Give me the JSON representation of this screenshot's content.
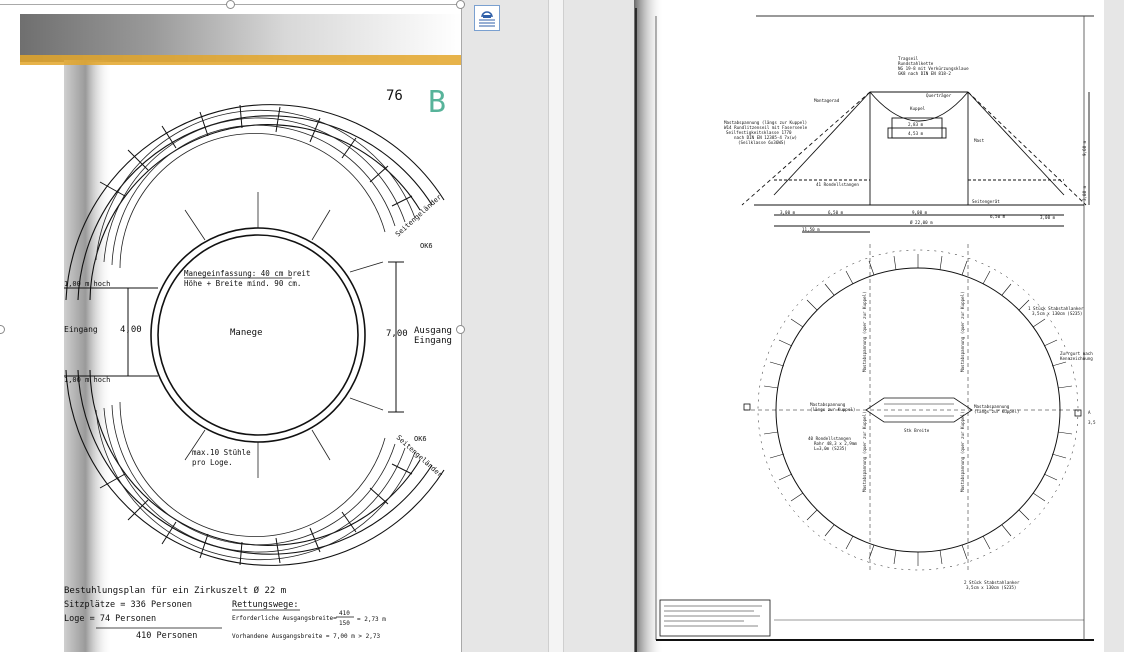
{
  "page1": {
    "page_number": "76",
    "stamp": "B",
    "labels": {
      "seitengelaender_top": "Seitengeländer",
      "seitengelaender_bottom": "Seitengeländer",
      "ok6_top": "OK6",
      "ok6_bottom": "OK6",
      "hoch_top": "1,00 m hoch",
      "hoch_bottom": "1,00 m hoch",
      "eingang_left": "Eingang",
      "dim_400": "4,00",
      "dim_700": "7,00",
      "ausgang": "Ausgang",
      "eingang_right": "Eingang",
      "manege": "Manege",
      "manegeinfassung": "Manegeinfassung: 40 cm breit",
      "hoehe_breite": "Höhe + Breite mind. 90 cm.",
      "max_stuehle_1": "max.10 Stühle",
      "max_stuehle_2": "pro Loge."
    },
    "footer": {
      "title": "Bestuhlungsplan für ein Zirkuszelt Ø 22 m",
      "sitzplaetze": "Sitzplätze = 336 Personen",
      "loge": "Loge       =  74 Personen",
      "total": "410 Personen",
      "rettungswege": "Rettungswege:",
      "erforderlich": "Erforderliche Ausgangsbreite=",
      "frac_num": "410",
      "frac_den": "150",
      "frac_result": "= 2,73 m",
      "vorhanden": "Vorhandene Ausgangsbreite = 7,00 m > 2,73"
    }
  },
  "page2": {
    "elevation": {
      "tragseil": "Tragseil",
      "rundstahlkette": "Rundstahlkette",
      "kette_spec": "NG 19-8 mit Verkürzungsklaue",
      "norm": "GK8 nach DIN EN 818-2",
      "montagerad": "Montagerad",
      "quertraeger": "Querträger",
      "kuppel": "Kuppel",
      "dim_283": "2,83 m",
      "dim_453": "4,53 m",
      "mastabspannung": "Mastabspannung (längs zur Kuppel)",
      "w14": "W14 Rundlitzenseil mit Faserseele",
      "seilfestigkeit": "Seilfestigkeitsklasse 1770",
      "norm2": "nach DIN EN 12385-4 7x(w)",
      "seilklasse": "(Seilklasse 6x36WS)",
      "mast": "Mast",
      "rondellstangen": "41 Rondellstangen",
      "seitengelaender": "Seitengerät",
      "height_1": "9,60 m",
      "height_2": "3,80 m",
      "dims": [
        "3,00 m",
        "6,50 m",
        "9,00 m",
        "6,50 m",
        "3,00 m"
      ],
      "total": "Ø 22,00 m",
      "dim_150": "11,50 m"
    },
    "plan": {
      "stab_top_1": "1 Stück Stabstahlanker",
      "stab_top_2": "3,5cm x 130cm (S235)",
      "zurrgurt_1": "Zurrgurt nach",
      "zurrgurt_2": "Kennzeichnung",
      "mast_left": "Mastabspannung",
      "mast_left_2": "(längs zur Kuppel)",
      "mast_right": "Mastabspannung",
      "mast_right_2": "(längs zur Kuppel)",
      "rondell_1": "40 Rondellstangen",
      "rondell_2": "Rohr 48,3 x 2,9mm",
      "rondell_3": "L=3,0m (S235)",
      "stk_breite": "Stk Breite",
      "stab_bottom_1": "2 Stück Stabstahlanker",
      "stab_bottom_2": "3,5cm x 130cm (S235)",
      "vert_label": "Mastabspannung (quer zur Kuppel)",
      "edge_1": "A",
      "edge_2": "3,5"
    }
  },
  "colors": {
    "stamp": "#57b39a",
    "tape": "#e3a62a",
    "selection": "#9a9a9a"
  }
}
